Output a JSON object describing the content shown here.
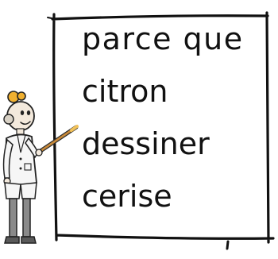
{
  "board": {
    "words": [
      "parce que",
      "citron",
      "dessiner",
      "cerise"
    ]
  },
  "colors": {
    "board_frame": "#111111",
    "coat": "#f6f6f6",
    "hair_bow": "#f0b030",
    "pointer_tip": "#f2c25a",
    "skin": "#f3e9dc"
  },
  "icons": {
    "teacher": "teacher-pointing-icon",
    "pointer": "pointer-stick-icon"
  }
}
